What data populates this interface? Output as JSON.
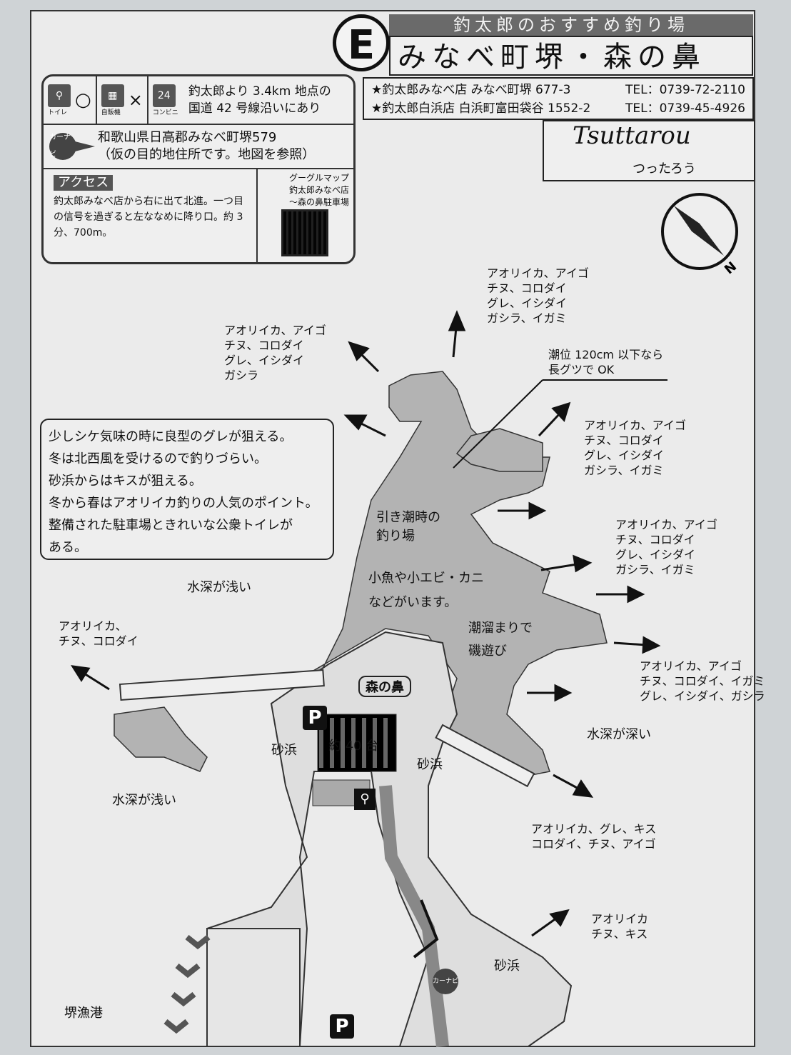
{
  "header": {
    "badge": "E",
    "series": "釣太郎のおすすめ釣り場",
    "title": "みなべ町堺・森の鼻",
    "shops": [
      {
        "name": "★釣太郎みなべ店 みなべ町堺 677-3",
        "tel": "TEL：0739-72-2110"
      },
      {
        "name": "★釣太郎白浜店 白浜町富田袋谷 1552-2",
        "tel": "TEL：0739-45-4926"
      }
    ],
    "logo": {
      "text": "Tsuttarou",
      "kana": "つったろう"
    }
  },
  "info": {
    "toilet": {
      "label": "トイレ",
      "mark": "○"
    },
    "vending": {
      "label": "自販機",
      "mark": "×"
    },
    "conbini": {
      "label": "コンビニ",
      "text": "釣太郎より 3.4km 地点の\n国道 42 号線沿いにあり"
    },
    "carnavi": {
      "icon": "カーナビ",
      "line1": "和歌山県日高郡みなべ町堺579",
      "line2": "（仮の目的地住所です。地図を参照）"
    },
    "access": {
      "tag": "アクセス",
      "text": "釣太郎みなべ店から右に出て北進。一つ目の信号を過ぎると左ななめに降り口。約 3 分、700m。"
    },
    "gmap": {
      "l1": "グーグルマップ",
      "l2": "釣太郎みなべ店",
      "l3": "〜森の鼻駐車場"
    }
  },
  "note": [
    "少しシケ気味の時に良型のグレが狙える。",
    "冬は北西風を受けるので釣りづらい。",
    "砂浜からはキスが狙える。",
    "冬から春はアオリイカ釣りの人気のポイント。",
    "整備された駐車場ときれいな公衆トイレが",
    "ある。"
  ],
  "fish": [
    "アオリイカ、アイゴ\nチヌ、コロダイ\nグレ、イシダイ\nガシラ、イガミ",
    "アオリイカ、アイゴ\nチヌ、コロダイ\nグレ、イシダイ\nガシラ",
    "アオリイカ、アイゴ\nチヌ、コロダイ\nグレ、イシダイ\nガシラ、イガミ",
    "アオリイカ、アイゴ\nチヌ、コロダイ\nグレ、イシダイ\nガシラ、イガミ",
    "アオリイカ、アイゴ\nチヌ、コロダイ、イガミ\nグレ、イシダイ、ガシラ",
    "アオリイカ、\nチヌ、コロダイ",
    "アオリイカ、グレ、キス\nコロダイ、チヌ、アイゴ",
    "アオリイカ\nチヌ、キス"
  ],
  "labels": {
    "tide": "潮位 120cm 以下なら\n長グツで OK",
    "low_tide": "引き潮時の\n釣り場",
    "small_fish": "小魚や小エビ・カニ\nなどがいます。",
    "tidepool": "潮溜まりで\n磯遊び",
    "shallow1": "水深が浅い",
    "shallow2": "水深が浅い",
    "deep": "水深が深い",
    "place": "森の鼻",
    "parking": "約 40 台",
    "sand1": "砂浜",
    "sand2": "砂浜",
    "sand3": "砂浜",
    "port": "堺漁港",
    "p": "P",
    "navi": "カーナビ",
    "compass": "N"
  }
}
